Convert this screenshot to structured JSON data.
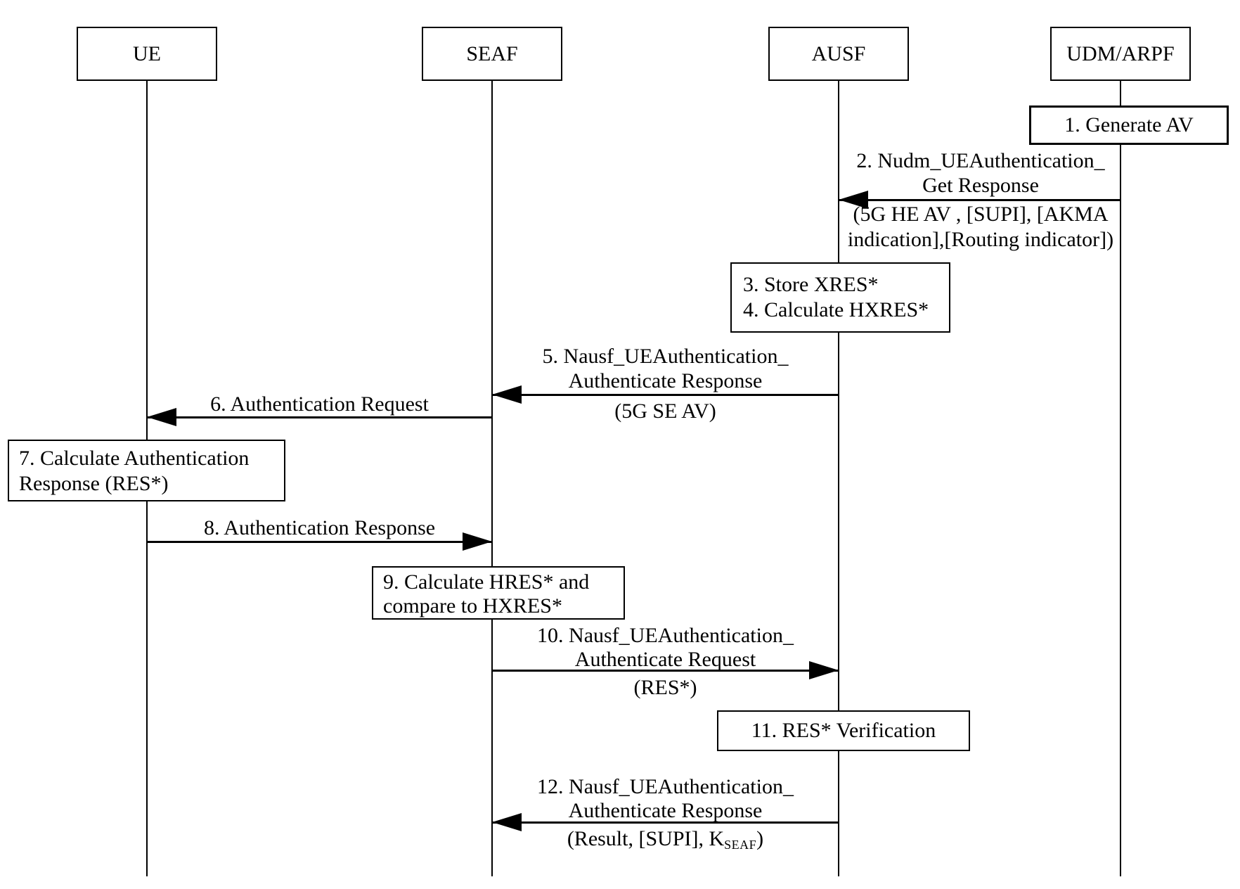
{
  "actors": [
    {
      "label": "UE"
    },
    {
      "label": "SEAF"
    },
    {
      "label": "AUSF"
    },
    {
      "label": "UDM/ARPF"
    }
  ],
  "steps": {
    "s1": {
      "label": "1. Generate AV"
    },
    "m2": {
      "line1": "2. Nudm_UEAuthentication_",
      "line2": "Get Response",
      "param1": "(5G HE AV , [SUPI], [AKMA",
      "param2": "indication],[Routing indicator])"
    },
    "s3": {
      "line1": "3. Store XRES*",
      "line2": "4. Calculate HXRES*"
    },
    "m5": {
      "line1": "5. Nausf_UEAuthentication_",
      "line2": "Authenticate Response",
      "param": "(5G SE AV)"
    },
    "m6": {
      "label": "6. Authentication Request"
    },
    "s7": {
      "line1": "7. Calculate Authentication",
      "line2": "Response (RES*)"
    },
    "m8": {
      "label": "8. Authentication Response"
    },
    "s9": {
      "line1": "9. Calculate HRES* and",
      "line2": "compare to HXRES*"
    },
    "m10": {
      "line1": "10. Nausf_UEAuthentication_",
      "line2": "Authenticate Request",
      "param": "(RES*)"
    },
    "s11": {
      "label": "11. RES* Verification"
    },
    "m12": {
      "line1": "12. Nausf_UEAuthentication_",
      "line2": "Authenticate Response",
      "param_pre": "(Result, [SUPI], K",
      "param_sub": "SEAF",
      "param_post": ")"
    }
  },
  "colors": {
    "ink": "#000000",
    "background": "#ffffff"
  }
}
